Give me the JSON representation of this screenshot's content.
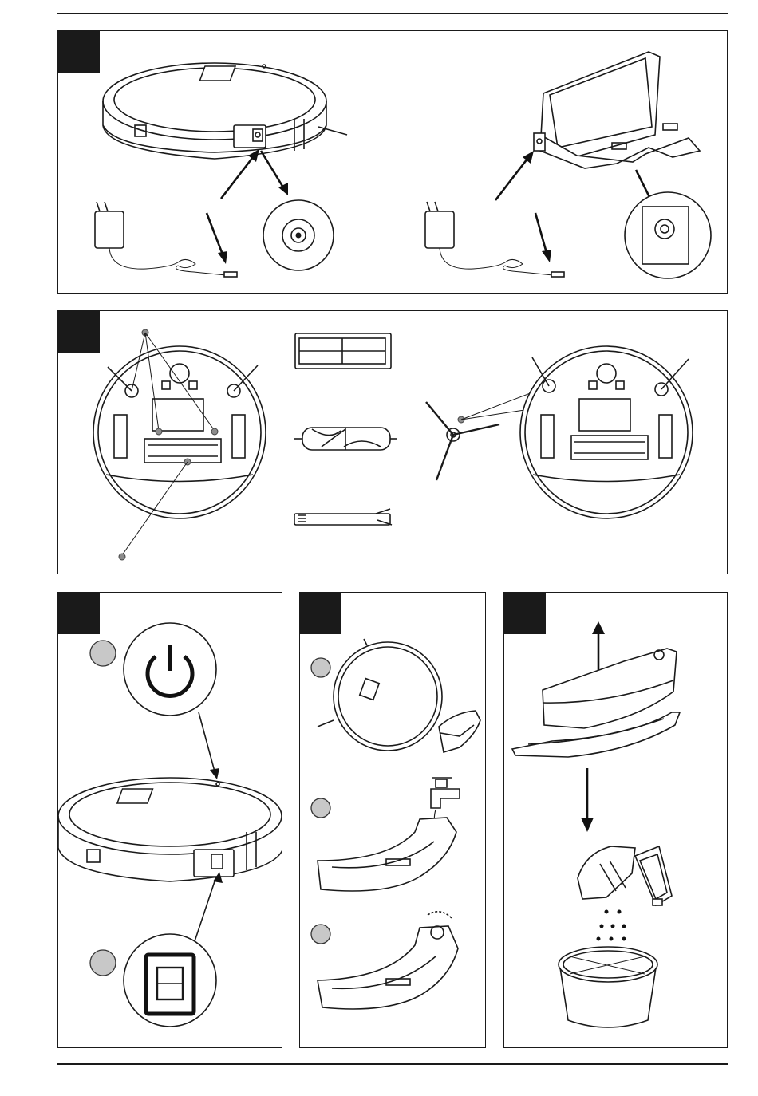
{
  "document": {
    "kind": "instruction-manual-illustration-page",
    "panels": [
      {
        "id": "panel-1",
        "illustrations": [
          "robot-vacuum-side",
          "charging-dock",
          "power-adapter",
          "power-adapter",
          "dc-jack-closeup",
          "dock-jack-closeup"
        ]
      },
      {
        "id": "panel-2",
        "illustrations": [
          "robot-underside",
          "dust-filter",
          "roller-brush",
          "cleaning-brush-tool",
          "side-brush",
          "robot-underside"
        ]
      },
      {
        "id": "panel-3",
        "illustrations": [
          "power-button-closeup",
          "robot-vacuum-side",
          "power-switch-closeup"
        ]
      },
      {
        "id": "panel-4",
        "illustrations": [
          "robot-vacuum-top",
          "water-tank",
          "water-tap",
          "water-tank"
        ]
      },
      {
        "id": "panel-5",
        "illustrations": [
          "dustbin",
          "dustbin-open",
          "waste-bin"
        ]
      }
    ]
  },
  "colors": {
    "line": "#1a1a1a",
    "step_marker": "#c8c8c8",
    "callout_dot": "#8c8c8c",
    "tab": "#1a1a1a"
  }
}
